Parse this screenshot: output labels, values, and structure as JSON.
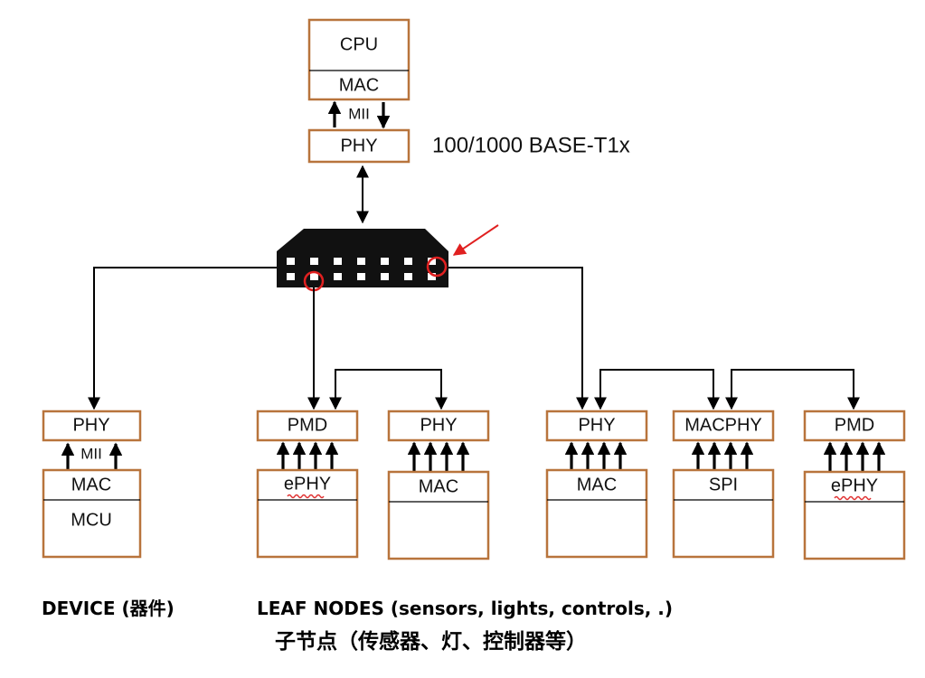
{
  "top": {
    "cpu": "CPU",
    "mac": "MAC",
    "mii": "MII",
    "phy": "PHY",
    "link_label": "100/1000 BASE-T1x"
  },
  "nodes": [
    {
      "top": "PHY",
      "bus": "MII",
      "mid": "MAC",
      "bottom": "MCU"
    },
    {
      "top": "PMD",
      "mid": "ePHY"
    },
    {
      "top": "PHY",
      "mid": "MAC"
    },
    {
      "top": "PHY",
      "mid": "MAC"
    },
    {
      "top": "MACPHY",
      "mid": "SPI"
    },
    {
      "top": "PMD",
      "mid": "ePHY"
    }
  ],
  "captions": {
    "device": "DEVICE (器件)",
    "leaf": "LEAF NODES (sensors, lights, controls, .)",
    "leaf_cn": "子节点（传感器、灯、控制器等）"
  },
  "colors": {
    "box_border": "#b8743c",
    "highlight": "#e02020",
    "switch": "#111111"
  }
}
